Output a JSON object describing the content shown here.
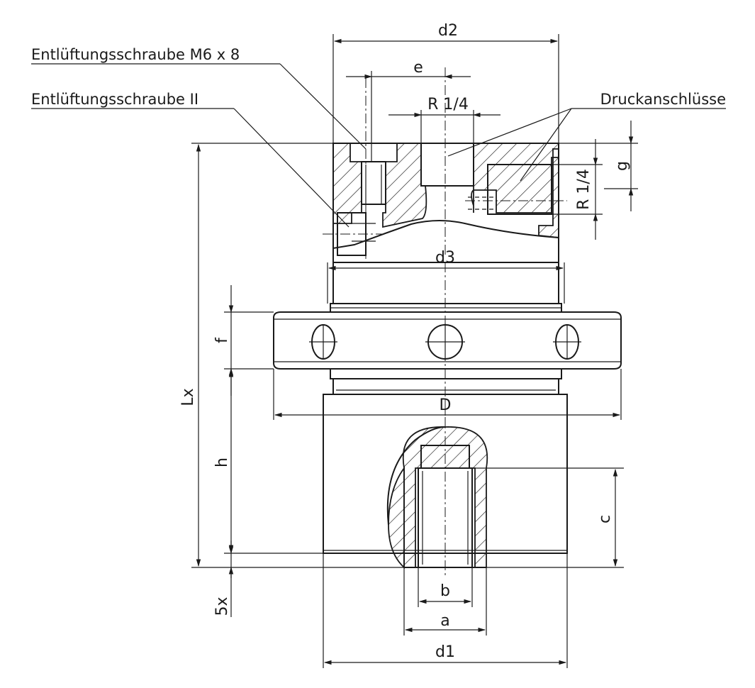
{
  "labels": {
    "vent_screw_m6": "Entlüftungsschraube M6 x 8",
    "vent_screw_ii": "Entlüftungsschraube II",
    "pressure_ports": "Druckanschlüsse"
  },
  "dimensions": {
    "d2": "d2",
    "e": "e",
    "r14_top": "R 1/4",
    "r14_side": "R 1/4",
    "g": "g",
    "d3": "d3",
    "f": "f",
    "Lx": "Lx",
    "D": "D",
    "h": "h",
    "c": "c",
    "b": "b",
    "x5": "5x",
    "a": "a",
    "d1": "d1"
  }
}
